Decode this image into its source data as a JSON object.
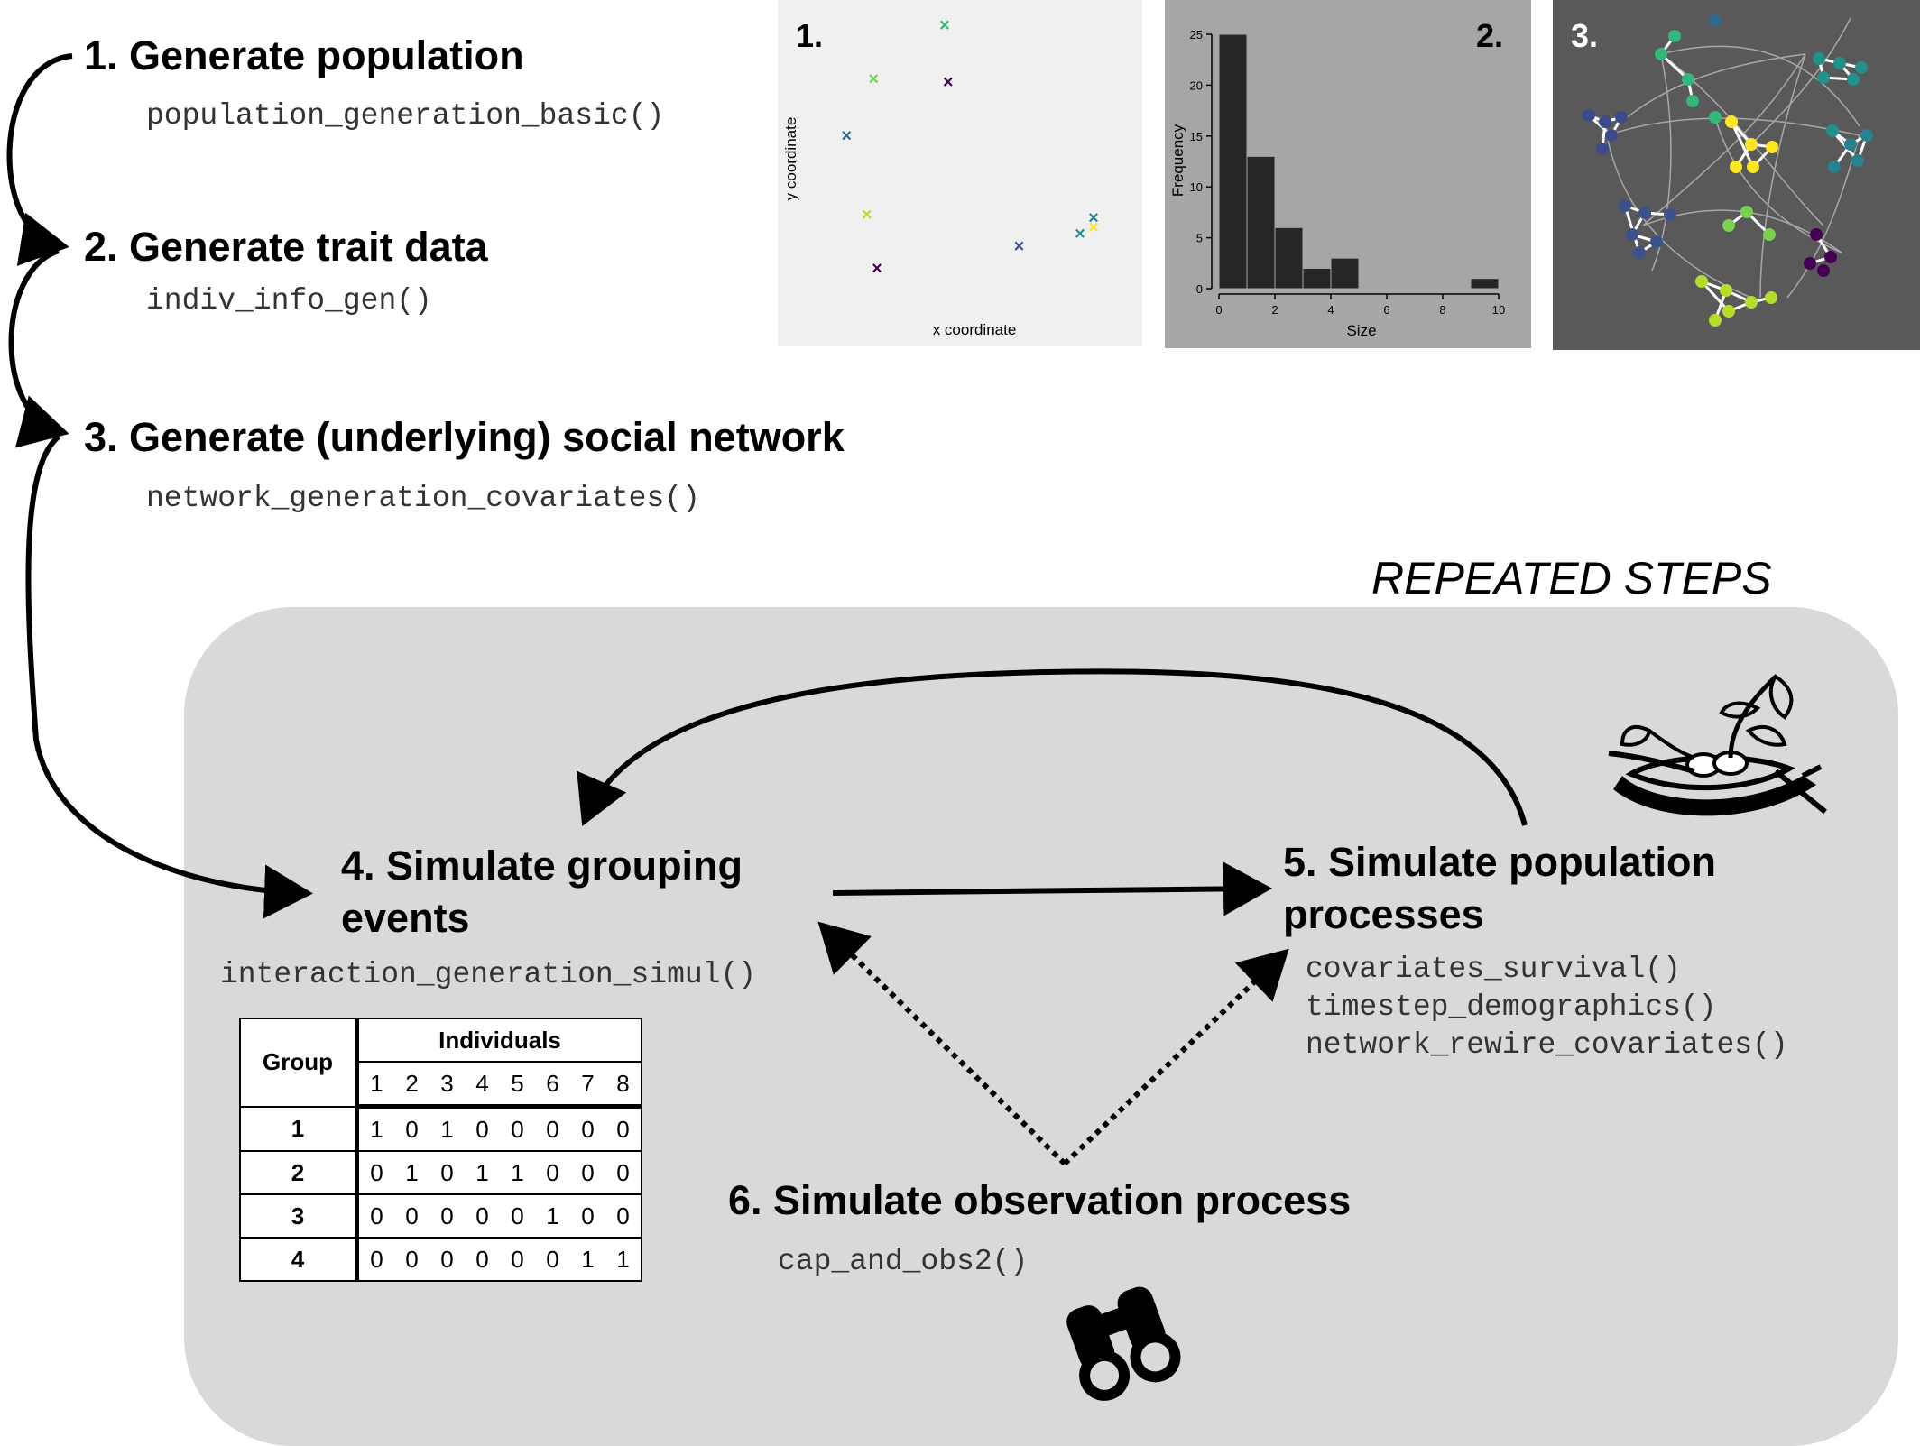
{
  "steps": {
    "s1": {
      "title": "1. Generate population",
      "code": "population_generation_basic()"
    },
    "s2": {
      "title": "2. Generate trait data",
      "code": "indiv_info_gen()"
    },
    "s3": {
      "title": "3. Generate (underlying) social network",
      "code": "network_generation_covariates()"
    },
    "s4": {
      "title_line1": "4. Simulate grouping",
      "title_line2": "events",
      "code": "interaction_generation_simul()"
    },
    "s5": {
      "title_line1": "5. Simulate population",
      "title_line2": "processes",
      "code": [
        "covariates_survival()",
        "timestep_demographics()",
        "network_rewire_covariates()"
      ]
    },
    "s6": {
      "title": "6. Simulate observation process",
      "code": "cap_and_obs2()"
    }
  },
  "repeated_label": "REPEATED STEPS",
  "panels": {
    "p1": {
      "label": "1.",
      "xlabel": "x coordinate",
      "ylabel": "y coordinate"
    },
    "p2": {
      "label": "2.",
      "xlabel": "Size",
      "ylabel": "Frequency"
    },
    "p3": {
      "label": "3."
    }
  },
  "chart_data": [
    {
      "type": "scatter",
      "xlabel": "x coordinate",
      "ylabel": "y coordinate",
      "points": [
        {
          "x": 0.44,
          "y": 0.95,
          "color": "#35b779"
        },
        {
          "x": 0.23,
          "y": 0.78,
          "color": "#7ad151"
        },
        {
          "x": 0.45,
          "y": 0.77,
          "color": "#440154"
        },
        {
          "x": 0.15,
          "y": 0.6,
          "color": "#31688e"
        },
        {
          "x": 0.21,
          "y": 0.35,
          "color": "#b5de2b"
        },
        {
          "x": 0.24,
          "y": 0.18,
          "color": "#440154"
        },
        {
          "x": 0.66,
          "y": 0.25,
          "color": "#3b528b"
        },
        {
          "x": 0.84,
          "y": 0.29,
          "color": "#21918c"
        },
        {
          "x": 0.88,
          "y": 0.34,
          "color": "#26828e"
        },
        {
          "x": 0.88,
          "y": 0.31,
          "color": "#fde725"
        }
      ],
      "xlim": [
        0,
        1
      ],
      "ylim": [
        0,
        1
      ]
    },
    {
      "type": "bar",
      "xlabel": "Size",
      "ylabel": "Frequency",
      "bins": [
        {
          "from": 0,
          "to": 1,
          "value": 25
        },
        {
          "from": 1,
          "to": 2,
          "value": 13
        },
        {
          "from": 2,
          "to": 3,
          "value": 6
        },
        {
          "from": 3,
          "to": 4,
          "value": 2
        },
        {
          "from": 4,
          "to": 5,
          "value": 3
        },
        {
          "from": 5,
          "to": 6,
          "value": 0
        },
        {
          "from": 6,
          "to": 7,
          "value": 0
        },
        {
          "from": 7,
          "to": 8,
          "value": 0
        },
        {
          "from": 8,
          "to": 9,
          "value": 0
        },
        {
          "from": 9,
          "to": 10,
          "value": 1
        }
      ],
      "xticks": [
        "0",
        "2",
        "4",
        "6",
        "8",
        "10"
      ],
      "yticks": [
        "0",
        "5",
        "10",
        "15",
        "20",
        "25"
      ],
      "xlim": [
        0,
        10
      ],
      "ylim": [
        0,
        25
      ]
    }
  ],
  "table": {
    "group_header": "Group",
    "individuals_header": "Individuals",
    "individual_ids": [
      "1",
      "2",
      "3",
      "4",
      "5",
      "6",
      "7",
      "8"
    ],
    "rows": [
      {
        "group": "1",
        "values": [
          "1",
          "0",
          "1",
          "0",
          "0",
          "0",
          "0",
          "0"
        ]
      },
      {
        "group": "2",
        "values": [
          "0",
          "1",
          "0",
          "1",
          "1",
          "0",
          "0",
          "0"
        ]
      },
      {
        "group": "3",
        "values": [
          "0",
          "0",
          "0",
          "0",
          "0",
          "1",
          "0",
          "0"
        ]
      },
      {
        "group": "4",
        "values": [
          "0",
          "0",
          "0",
          "0",
          "0",
          "0",
          "1",
          "1"
        ]
      }
    ]
  },
  "icons": {
    "nest": "nest-icon",
    "binoculars": "binoculars-icon"
  }
}
